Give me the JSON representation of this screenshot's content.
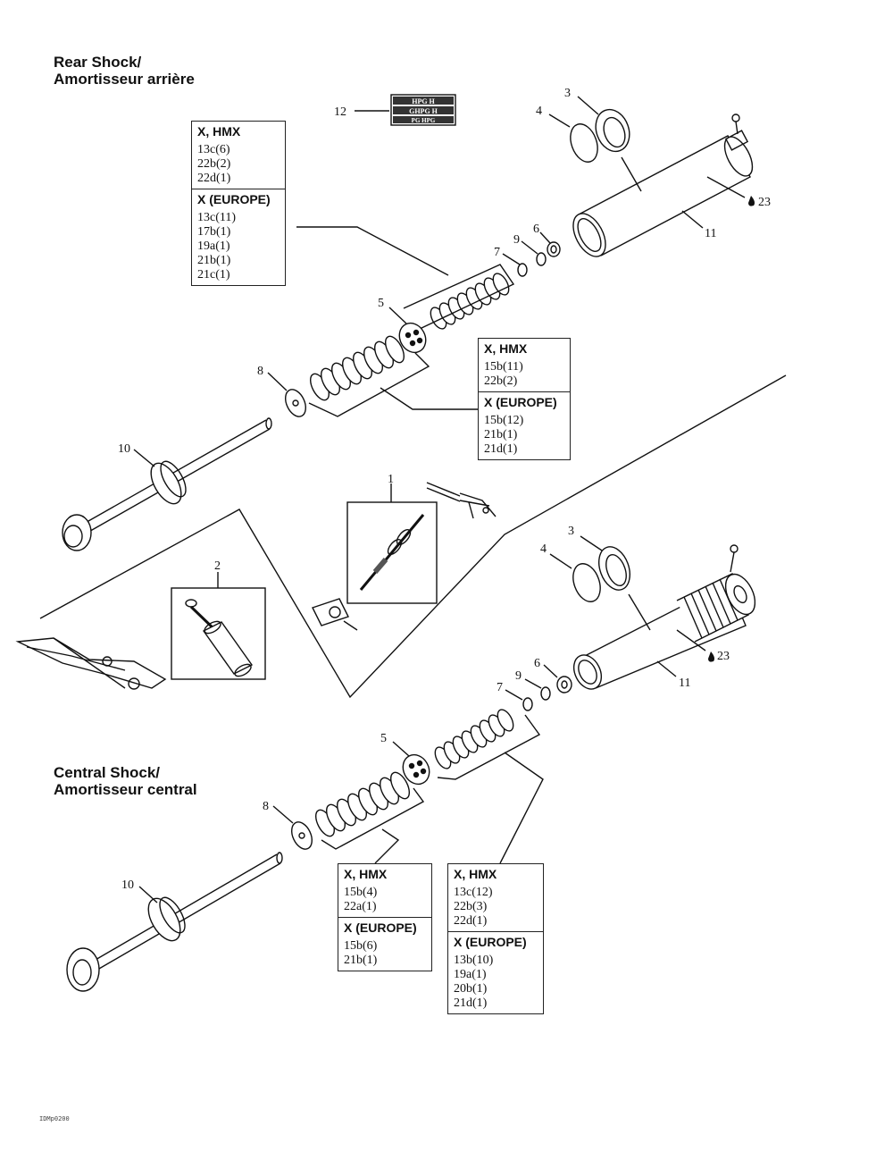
{
  "titles": {
    "rear": [
      "Rear Shock/",
      "Amortisseur arrière"
    ],
    "central": [
      "Central Shock/",
      "Amortisseur central"
    ]
  },
  "callouts": {
    "rear": [
      "12",
      "3",
      "4",
      "23",
      "11",
      "6",
      "9",
      "7",
      "5",
      "8",
      "10"
    ],
    "middle": [
      "1",
      "2"
    ],
    "central": [
      "3",
      "4",
      "23",
      "11",
      "6",
      "9",
      "7",
      "5",
      "8",
      "10"
    ]
  },
  "tables": [
    {
      "id": "rear-top",
      "sections": [
        {
          "header": "X, HMX",
          "items": [
            "13c(6)",
            "22b(2)",
            "22d(1)"
          ]
        },
        {
          "header": "X (EUROPE)",
          "items": [
            "13c(11)",
            "17b(1)",
            "19a(1)",
            "21b(1)",
            "21c(1)"
          ]
        }
      ]
    },
    {
      "id": "rear-mid",
      "sections": [
        {
          "header": "X, HMX",
          "items": [
            "15b(11)",
            "22b(2)"
          ]
        },
        {
          "header": "X (EUROPE)",
          "items": [
            "15b(12)",
            "21b(1)",
            "21d(1)"
          ]
        }
      ]
    },
    {
      "id": "central-left",
      "sections": [
        {
          "header": "X, HMX",
          "items": [
            "15b(4)",
            "22a(1)"
          ]
        },
        {
          "header": "X (EUROPE)",
          "items": [
            "15b(6)",
            "21b(1)"
          ]
        }
      ]
    },
    {
      "id": "central-right",
      "sections": [
        {
          "header": "X, HMX",
          "items": [
            "13c(12)",
            "22b(3)",
            "22d(1)"
          ]
        },
        {
          "header": "X (EUROPE)",
          "items": [
            "13b(10)",
            "19a(1)",
            "20b(1)",
            "21d(1)"
          ]
        }
      ]
    }
  ],
  "decal_text": [
    "HPG H",
    "GHPG H",
    "PG HPG"
  ],
  "figure_code": "IDMp0200",
  "colors": {
    "ink": "#111111",
    "background": "#ffffff"
  }
}
